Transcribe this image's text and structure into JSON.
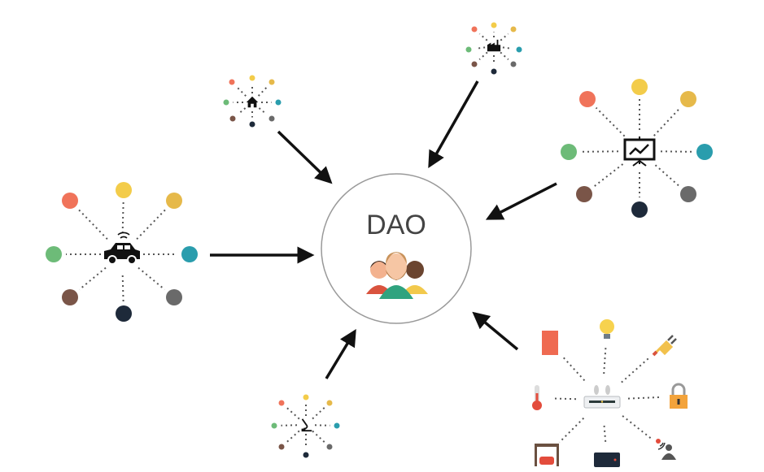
{
  "center": {
    "label": "DAO",
    "icon": "people-group-icon"
  },
  "colors": {
    "red": "#f0735a",
    "yellow": "#f3cc4a",
    "gold": "#e6b94a",
    "green": "#6dbb78",
    "teal": "#2a9dad",
    "brown": "#7a5548",
    "navy": "#1e2a3a",
    "grey": "#6a6a6a",
    "arrow": "#111111",
    "dots": "#555555",
    "circle": "#999999"
  },
  "clusters": [
    {
      "name": "car",
      "icon": "connected-car-icon"
    },
    {
      "name": "house",
      "icon": "house-icon"
    },
    {
      "name": "factory",
      "icon": "factory-icon"
    },
    {
      "name": "presentation",
      "icon": "presentation-chart-icon"
    },
    {
      "name": "microscope",
      "icon": "microscope-icon"
    },
    {
      "name": "iot-hub",
      "icon": "wifi-router-icon",
      "devices": [
        "door-icon",
        "light-bulb-icon",
        "plug-icon",
        "thermometer-icon",
        "padlock-icon",
        "garage-icon",
        "tablet-icon",
        "motion-sensor-icon"
      ]
    }
  ]
}
